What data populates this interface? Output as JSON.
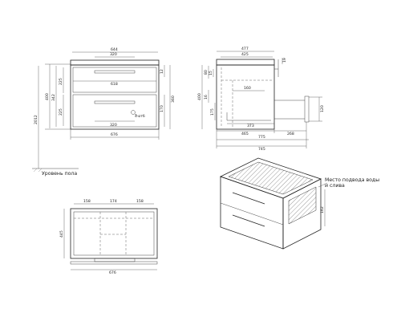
{
  "front": {
    "dims": {
      "w644": "644",
      "w320": "320",
      "w618": "618",
      "w676": "676",
      "h400": "400",
      "h342": "342",
      "h225a": "225",
      "h225b": "225",
      "h2012": "2012",
      "h12": "12",
      "h170": "170",
      "h360": "360"
    },
    "hole_label": "4 отб"
  },
  "side": {
    "dims": {
      "w477": "477",
      "w425": "425",
      "w160": "160",
      "w373": "373",
      "w465": "465",
      "w268": "268",
      "w775": "775",
      "w745": "745",
      "h400": "400",
      "h80": "80",
      "h15": "15",
      "h16": "16",
      "h175": "175",
      "h19": "19",
      "h120": "120"
    }
  },
  "top": {
    "dims": {
      "w158a": "158",
      "w174": "174",
      "w158b": "158",
      "w676": "676",
      "h445": "445"
    }
  },
  "iso": {
    "dims": {
      "h162": "162"
    },
    "note": "Место подвода воды и слива"
  },
  "floor_label": "Уровень пола"
}
